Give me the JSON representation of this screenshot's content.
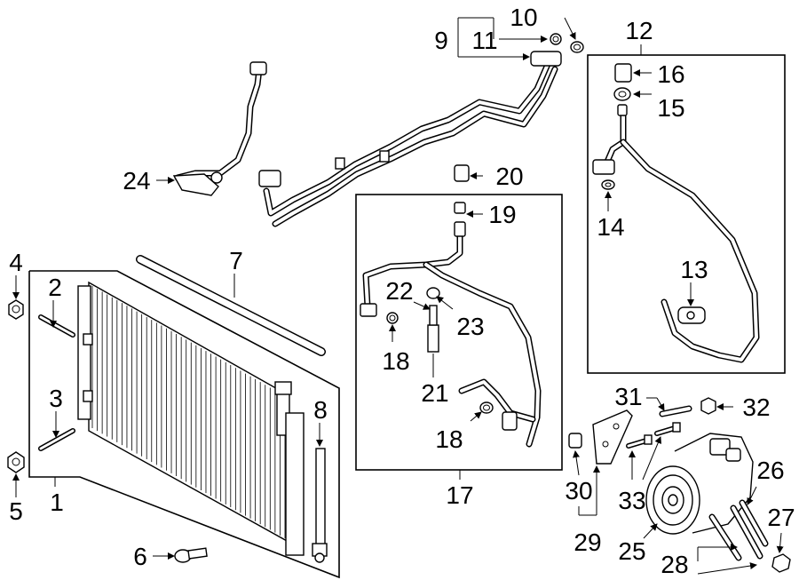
{
  "diagram": {
    "callouts": [
      "1",
      "2",
      "3",
      "4",
      "5",
      "6",
      "7",
      "8",
      "9",
      "10",
      "11",
      "12",
      "13",
      "14",
      "15",
      "16",
      "17",
      "18",
      "18",
      "19",
      "20",
      "21",
      "22",
      "23",
      "24",
      "25",
      "26",
      "27",
      "28",
      "29",
      "30",
      "31",
      "32",
      "33"
    ]
  }
}
